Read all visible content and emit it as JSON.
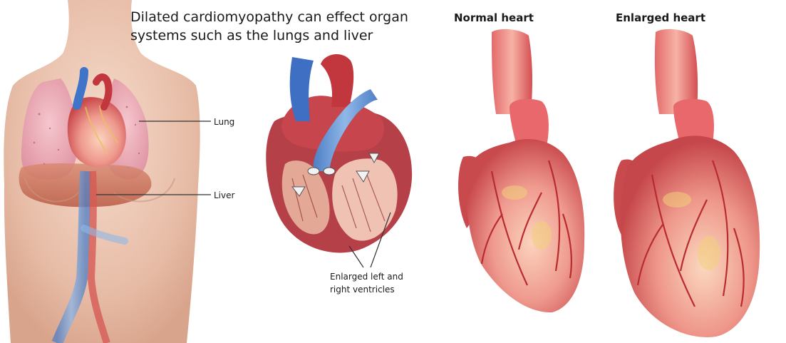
{
  "caption": {
    "line1": "Dilated cardiomyopathy can effect organ",
    "line2": "systems such as the lungs and liver"
  },
  "labels": {
    "lung": "Lung",
    "liver": "Liver",
    "ventricles_line1": "Enlarged left and",
    "ventricles_line2": "right ventricles",
    "normal_heart": "Normal heart",
    "enlarged_heart": "Enlarged heart"
  },
  "colors": {
    "skin": "#e9c0ab",
    "lung": "#e9a8b6",
    "heart_red": "#c9363d",
    "heart_pink": "#ef9a8e",
    "vein_blue": "#6f9ed8",
    "liver": "#c96d52",
    "text": "#1a1a1a"
  }
}
